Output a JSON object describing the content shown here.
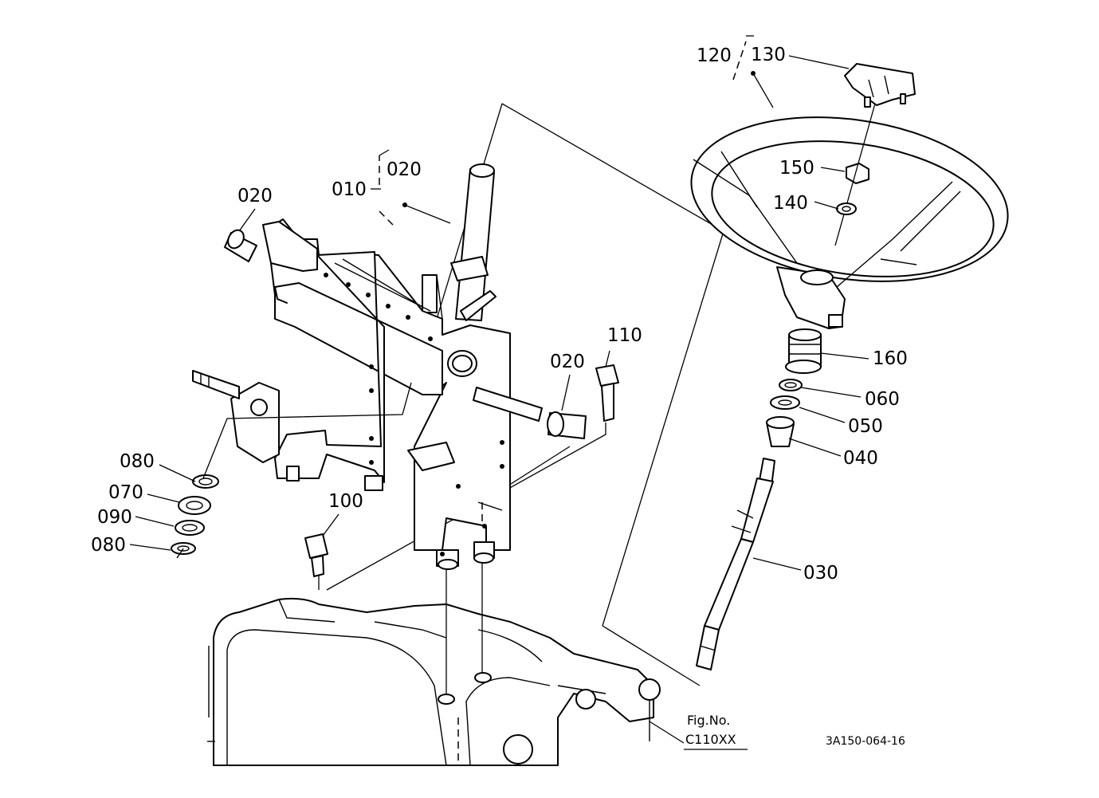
{
  "callouts": {
    "c120": "120",
    "c130": "130",
    "c150": "150",
    "c140": "140",
    "c160": "160",
    "c060": "060",
    "c050": "050",
    "c040": "040",
    "c030": "030",
    "c110": "110",
    "c100": "100",
    "c010": "010",
    "c020_bracket": "020",
    "c020_left": "020",
    "c020_right": "020",
    "c080_top": "080",
    "c070": "070",
    "c090": "090",
    "c080_bottom": "080"
  },
  "figure": {
    "fig_label": "Fig.No.",
    "fig_number": "C110XX",
    "doc_number": "3A150-064-16"
  }
}
